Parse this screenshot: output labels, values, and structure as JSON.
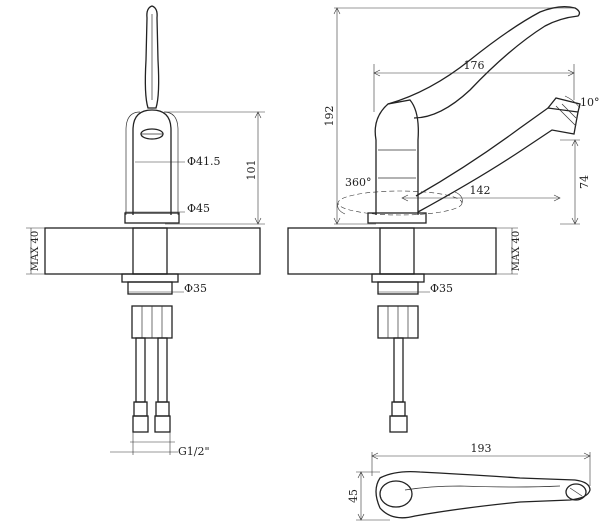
{
  "labels": {
    "front_d41": "Φ41.5",
    "front_d45": "Φ45",
    "front_h101": "101",
    "front_max40": "MAX 40",
    "front_d35": "Φ35",
    "front_thread": "G1/2\"",
    "side_h192": "192",
    "side_w176": "176",
    "side_angle10": "10°",
    "side_rot360": "360°",
    "side_w142": "142",
    "side_h74": "74",
    "side_max40": "MAX 40",
    "side_d35": "Φ35",
    "top_w193": "193",
    "top_h45": "45"
  }
}
